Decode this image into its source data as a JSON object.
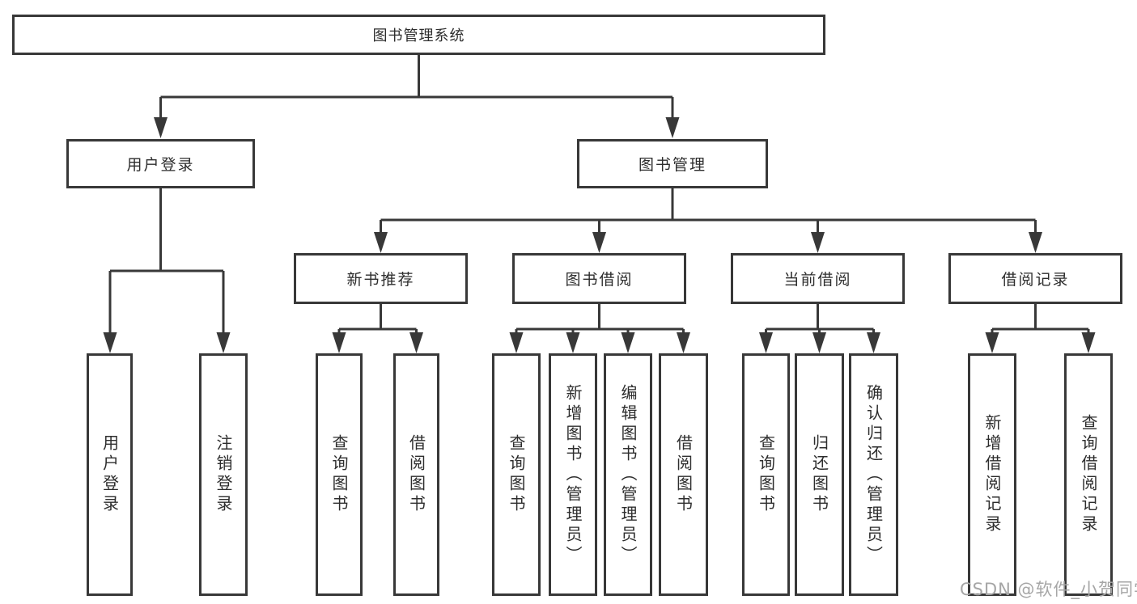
{
  "diagram": {
    "root": {
      "label": "图书管理系统"
    },
    "branches": [
      {
        "label": "用户登录",
        "children": [
          {
            "label": "用户登录"
          },
          {
            "label": "注销登录"
          }
        ]
      },
      {
        "label": "图书管理",
        "children": [
          {
            "label": "新书推荐",
            "children": [
              {
                "label": "查询图书"
              },
              {
                "label": "借阅图书"
              }
            ]
          },
          {
            "label": "图书借阅",
            "children": [
              {
                "label": "查询图书"
              },
              {
                "label": "新增图书（管理员）"
              },
              {
                "label": "编辑图书（管理员）"
              },
              {
                "label": "借阅图书"
              }
            ]
          },
          {
            "label": "当前借阅",
            "children": [
              {
                "label": "查询图书"
              },
              {
                "label": "归还图书"
              },
              {
                "label": "确认归还（管理员）"
              }
            ]
          },
          {
            "label": "借阅记录",
            "children": [
              {
                "label": "新增借阅记录"
              },
              {
                "label": "查询借阅记录"
              }
            ]
          }
        ]
      }
    ],
    "watermark": "CSDN @软件_小贺同学"
  },
  "colors": {
    "line": "#383838",
    "text": "#2d2d2d",
    "bg": "#ffffff",
    "watermark": "#a6a6a6"
  }
}
